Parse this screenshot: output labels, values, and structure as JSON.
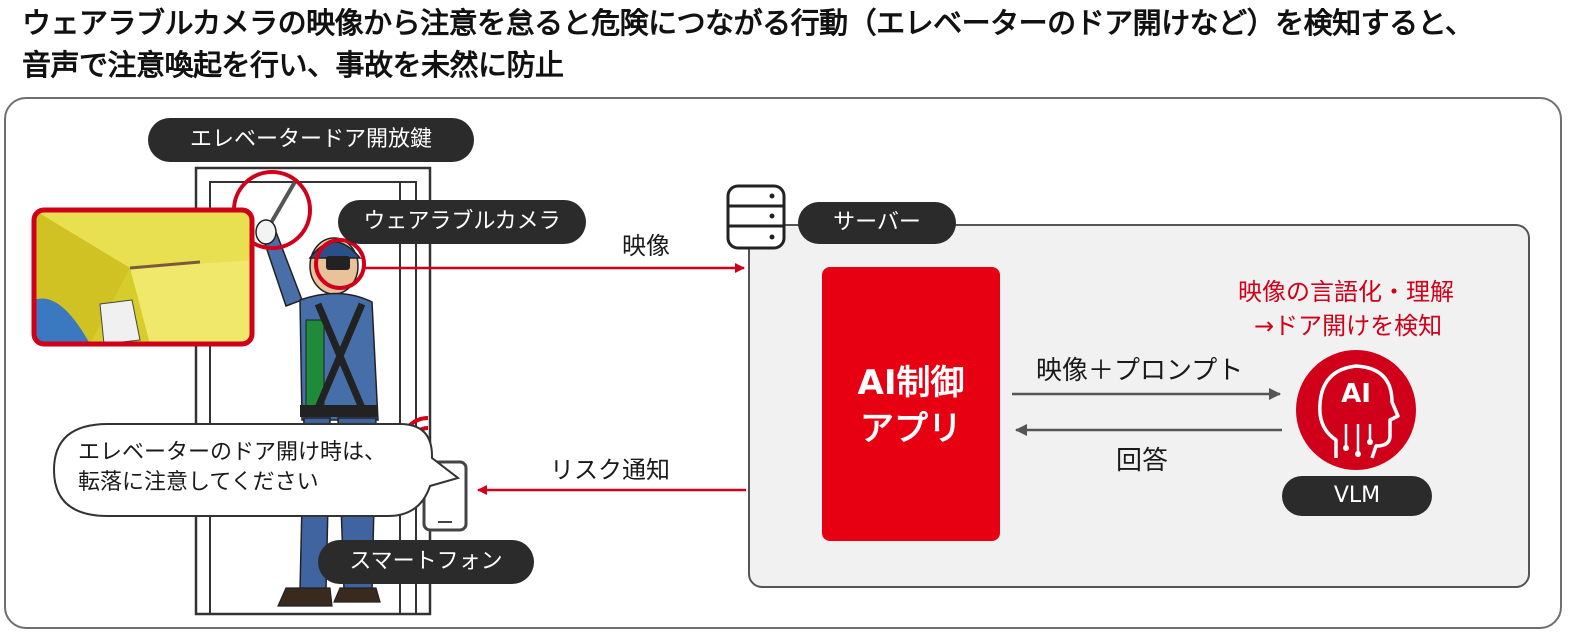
{
  "heading": {
    "line1": "ウェアラブルカメラの映像から注意を怠ると危険につながる行動（エレベーターのドア開けなど）を検知すると、",
    "line2": "音声で注意喚起を行い、事故を未然に防止"
  },
  "labels": {
    "elevator_key": "エレベータードア開放鍵",
    "wearable_camera": "ウェアラブルカメラ",
    "server": "サーバー",
    "smartphone": "スマートフォン",
    "vlm": "VLM",
    "ai_app_line1": "AI制御",
    "ai_app_line2": "アプリ",
    "ai_icon_text": "AI"
  },
  "arrows": {
    "video": "映像",
    "video_prompt": "映像＋プロンプト",
    "answer": "回答",
    "risk_notice": "リスク通知"
  },
  "vlm_caption": {
    "line1": "映像の言語化・理解",
    "line2": "→ドア開けを検知"
  },
  "bubble": {
    "line1": "エレベーターのドア開け時は、",
    "line2": "転落に注意してください"
  },
  "colors": {
    "accent_red": "#e60012",
    "pill_dark": "#2b2b2b",
    "arrow_gray": "#555555",
    "caption_red": "#d0001a"
  }
}
